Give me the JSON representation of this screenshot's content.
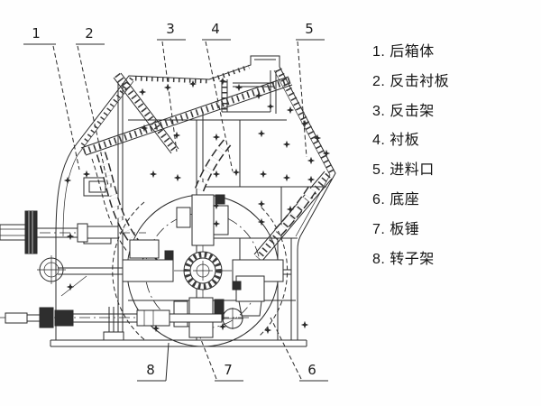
{
  "figure": {
    "type": "engineering-section-diagram",
    "callouts": [
      "1",
      "2",
      "3",
      "4",
      "5",
      "6",
      "7",
      "8"
    ],
    "legend": [
      "1. 后箱体",
      "2. 反击衬板",
      "3. 反击架",
      "4. 衬板",
      "5. 进料口",
      "6. 底座",
      "7. 板锤",
      "8. 转子架"
    ]
  },
  "colors": {
    "line": "#2b2b2b",
    "background": "#fefefe"
  }
}
